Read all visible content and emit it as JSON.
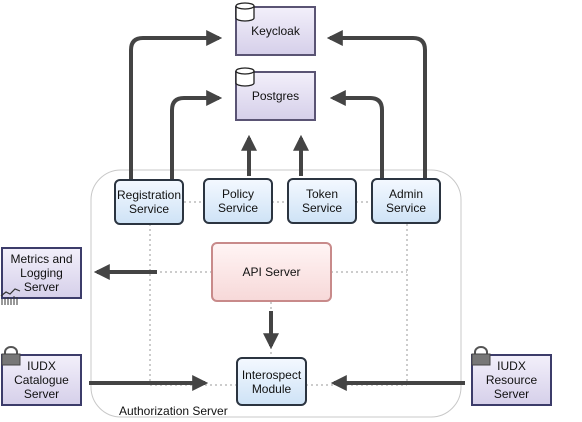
{
  "nodes": {
    "keycloak": "Keycloak",
    "postgres": "Postgres",
    "registration": "Registration\nService",
    "policy": "Policy\nService",
    "token": "Token\nService",
    "admin": "Admin\nService",
    "api": "API Server",
    "interospect": "Interospect\nModule",
    "metrics": "Metrics and\nLogging\nServer",
    "catalogue": "IUDX\nCatalogue\nServer",
    "resource": "IUDX\nResource\nServer"
  },
  "container": {
    "label": "Authorization Server"
  },
  "colors": {
    "service_fill": "#cfe3f6",
    "database_fill": "#d6d0ea",
    "api_fill": "#f7d9d9",
    "arrow": "#444444"
  },
  "icons": {
    "database": "database-cylinder-icon",
    "lock": "lock-icon",
    "chart": "chart-icon"
  }
}
